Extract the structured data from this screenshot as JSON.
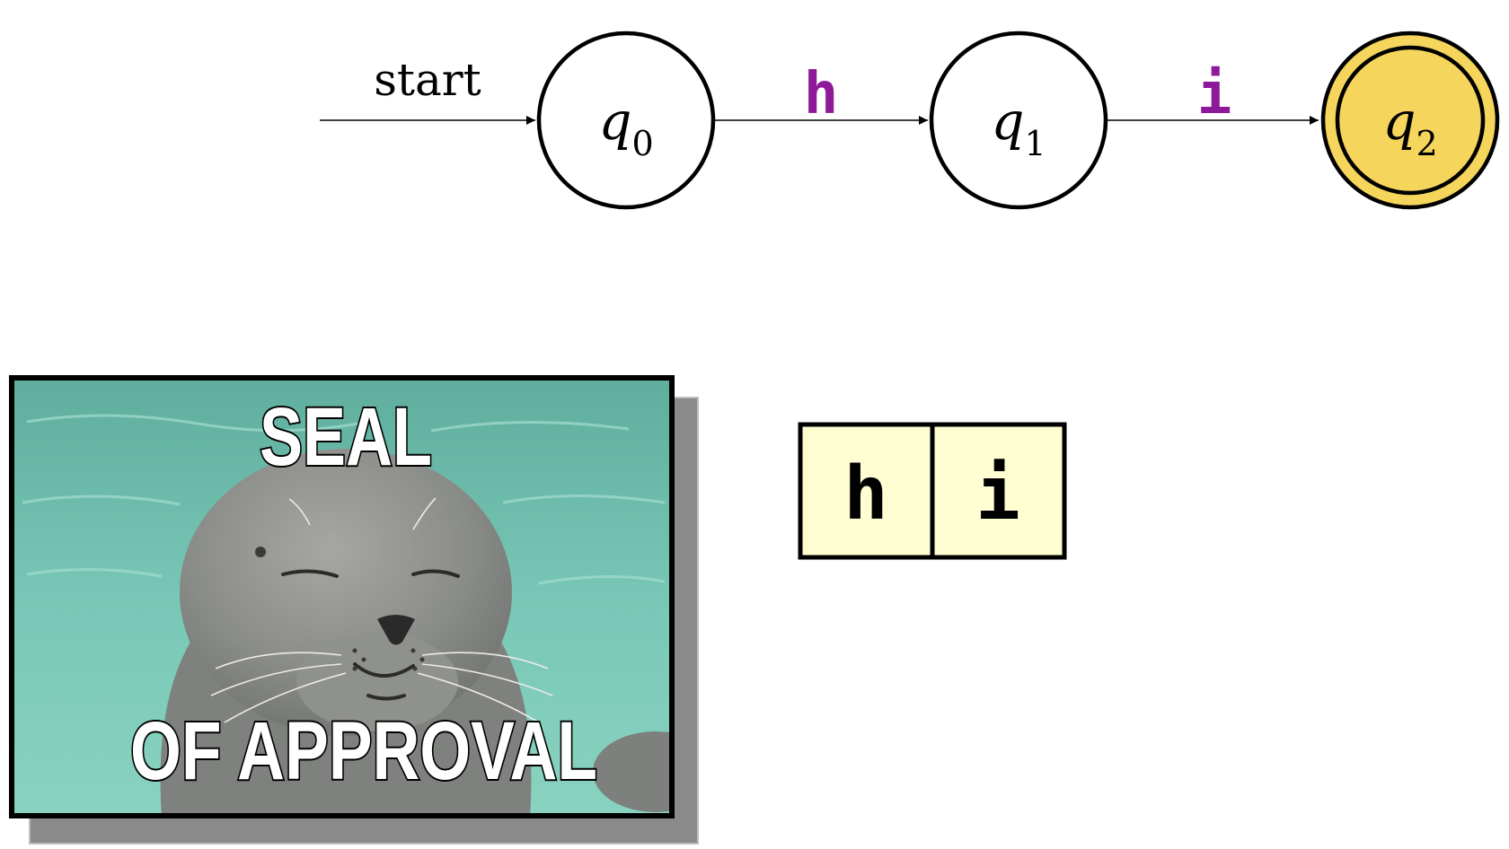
{
  "automaton": {
    "start_label": "start",
    "states": [
      {
        "name": "q",
        "sub": "0",
        "accepting": false
      },
      {
        "name": "q",
        "sub": "1",
        "accepting": false
      },
      {
        "name": "q",
        "sub": "2",
        "accepting": true
      }
    ],
    "transitions": [
      {
        "from": "q0",
        "to": "q1",
        "symbol": "h"
      },
      {
        "from": "q1",
        "to": "q2",
        "symbol": "i"
      }
    ]
  },
  "meme": {
    "top_text": "SEAL",
    "bottom_text": "OF APPROVAL"
  },
  "tape": {
    "cells": [
      "h",
      "i"
    ]
  },
  "colors": {
    "symbol": "#8e1a99",
    "accept_fill": "#f6d55c",
    "tape_fill": "#fefed2",
    "water": "#6dbfae",
    "seal": "#8c8f8e",
    "shadow": "#8a8a8a"
  }
}
